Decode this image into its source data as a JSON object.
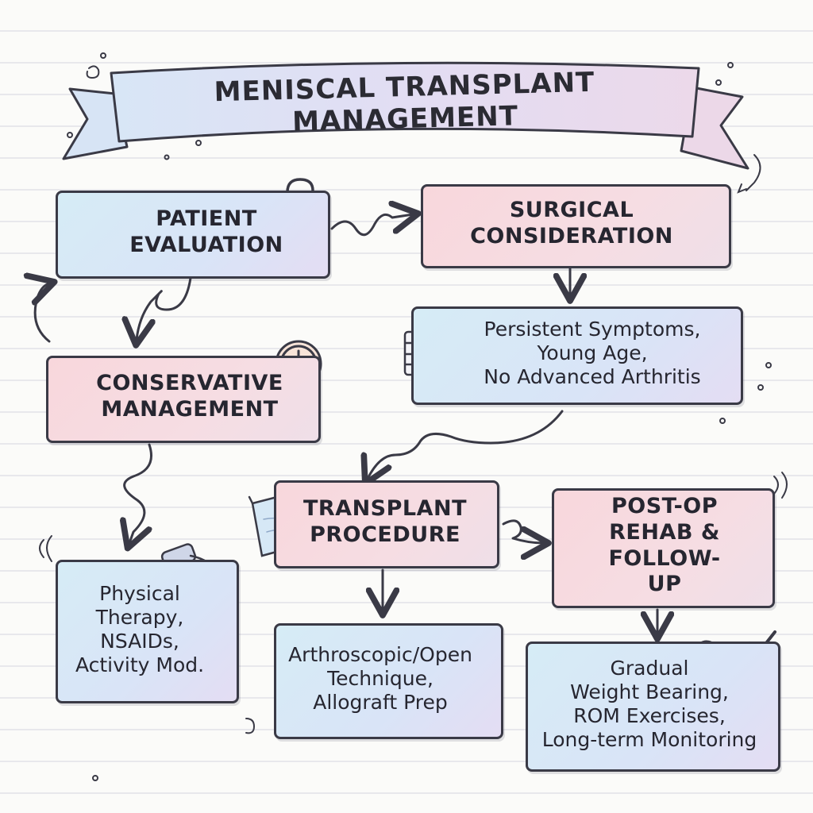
{
  "title": "MENISCAL TRANSPLANT MANAGEMENT",
  "nodes": {
    "patient_evaluation": "PATIENT\nEVALUATION",
    "surgical_consideration": "SURGICAL\nCONSIDERATION",
    "criteria": "Persistent Symptoms,\nYoung Age,\nNo Advanced Arthritis",
    "conservative_management": "CONSERVATIVE\nMANAGEMENT",
    "conservative_options": "Physical\nTherapy,\nNSAIDs,\nActivity Mod.",
    "transplant_procedure": "TRANSPLANT\nPROCEDURE",
    "technique": "Arthroscopic/Open\nTechnique,\nAllograft Prep",
    "post_op_rehab": "POST-OP\nREHAB &\nFOLLOW-UP",
    "rehab_details": "Gradual\nWeight Bearing,\nROM Exercises,\nLong-term Monitoring"
  },
  "icons": [
    "stethoscope-icon",
    "question-mark-icon",
    "knee-joint-icon",
    "scalpel-icon",
    "calendar-icon",
    "clock-icon",
    "pill-bottle-icon",
    "resistance-band-icon",
    "allograft-tissue-icon",
    "meniscus-icon",
    "crutch-icon",
    "trend-chart-icon",
    "microscope-icon",
    "sneaker-icon",
    "checkmark-icon"
  ],
  "colors": {
    "blue_fill": "#d9e8f6",
    "pink_fill": "#f7d9de",
    "banner_fill": "#dde3f4",
    "ink": "#2b2b33"
  }
}
